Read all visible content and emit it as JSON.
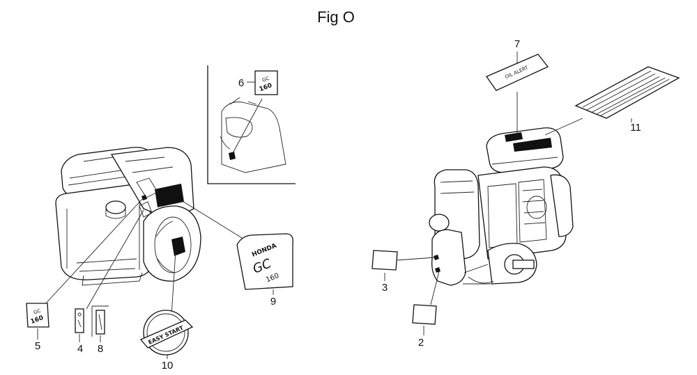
{
  "figure": {
    "title": "Fig O"
  },
  "callouts": [
    {
      "id": "c1",
      "number": "2"
    },
    {
      "id": "c2",
      "number": "3"
    },
    {
      "id": "c3",
      "number": "4"
    },
    {
      "id": "c4",
      "number": "5"
    },
    {
      "id": "c5",
      "number": "6"
    },
    {
      "id": "c6",
      "number": "7"
    },
    {
      "id": "c7",
      "number": "8"
    },
    {
      "id": "c8",
      "number": "9"
    },
    {
      "id": "c9",
      "number": "10"
    },
    {
      "id": "c10",
      "number": "11"
    }
  ],
  "decals": {
    "model_badge_brand": "HONDA",
    "model_badge_model": "GC",
    "model_badge_size": "160",
    "emblem_text": "EASY START",
    "small_badge_top": "GC",
    "small_badge_bottom": "160",
    "oil_alert_text": "OIL ALERT"
  }
}
